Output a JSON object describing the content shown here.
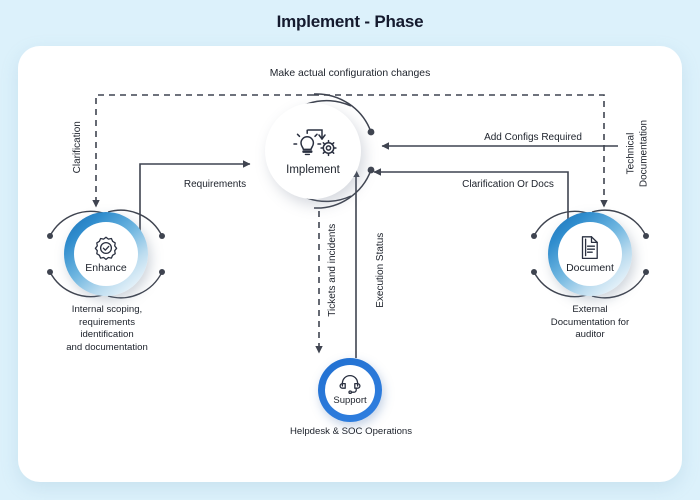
{
  "header": {
    "title": "Implement - Phase"
  },
  "colors": {
    "page_background": "#dcf1fb",
    "card_background": "#ffffff",
    "title_color": "#141a2e",
    "ring_blue_dark": "#1b6fb5",
    "ring_blue_light": "#bcdcef",
    "support_blue": "#1f6fd0",
    "edge_color": "#3f4450"
  },
  "diagram": {
    "nodes": [
      {
        "id": "implement",
        "label": "Implement",
        "icon": "lightbulb-gear-icon",
        "caption": ""
      },
      {
        "id": "enhance",
        "label": "Enhance",
        "icon": "gear-check-icon",
        "caption": "Internal scoping, requirements identification and documentation"
      },
      {
        "id": "document",
        "label": "Document",
        "icon": "document-icon",
        "caption": "External Documentation for auditor"
      },
      {
        "id": "support",
        "label": "Support",
        "icon": "headset-icon",
        "caption": "Helpdesk & SOC Operations"
      }
    ],
    "edges": [
      {
        "id": "make-config",
        "label": "Make actual configuration changes",
        "style": "dashed",
        "from": "implement",
        "to": "enhance"
      },
      {
        "id": "clarification",
        "label": "Clarification",
        "style": "dashed",
        "orientation": "vertical",
        "from": "implement",
        "to": "enhance"
      },
      {
        "id": "requirements",
        "label": "Requirements",
        "style": "solid",
        "from": "enhance",
        "to": "implement"
      },
      {
        "id": "add-configs",
        "label": "Add Configs Required",
        "style": "solid",
        "from": "document",
        "to": "implement"
      },
      {
        "id": "clarification-docs",
        "label": "Clarification Or Docs",
        "style": "solid",
        "from": "document",
        "to": "implement"
      },
      {
        "id": "technical-documentation",
        "label": "Technical Documentation",
        "label_line1": "Technical",
        "label_line2": "Documentation",
        "style": "dashed",
        "orientation": "vertical",
        "from": "implement",
        "to": "document"
      },
      {
        "id": "tickets",
        "label": "Tickets and incidents",
        "style": "dashed",
        "orientation": "vertical",
        "from": "implement",
        "to": "support"
      },
      {
        "id": "execution-status",
        "label": "Execution Status",
        "style": "solid",
        "orientation": "vertical",
        "from": "support",
        "to": "implement"
      }
    ]
  },
  "captions": {
    "enhance_l1": "Internal scoping,",
    "enhance_l2": "requirements",
    "enhance_l3": "identification",
    "enhance_l4": "and documentation",
    "document_l1": "External",
    "document_l2": "Documentation for",
    "document_l3": "auditor",
    "support": "Helpdesk & SOC Operations"
  }
}
